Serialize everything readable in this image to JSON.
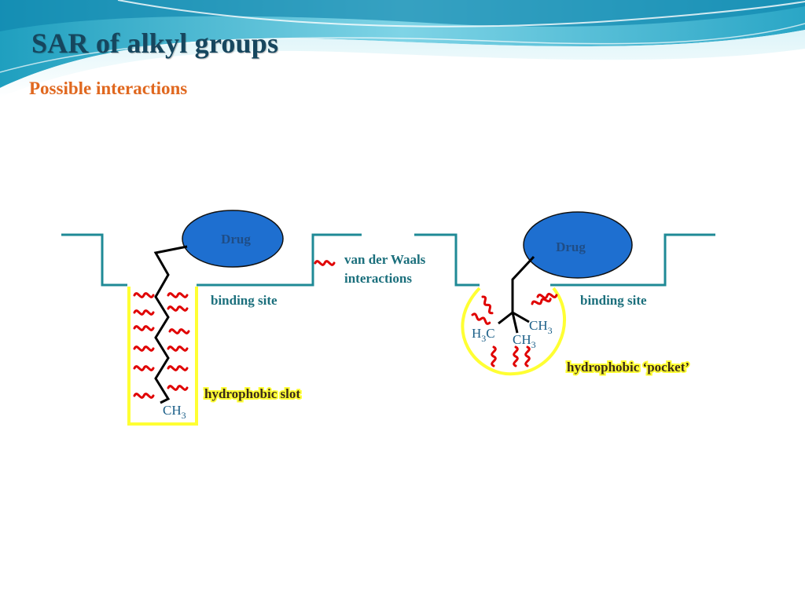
{
  "slide": {
    "title": "SAR of alkyl groups",
    "subtitle": "Possible interactions"
  },
  "diagram": {
    "left": {
      "drug_label": "Drug",
      "binding_site_label": "binding site",
      "slot_label": "hydrophobic slot",
      "methyl": {
        "base": "CH",
        "sub": "3"
      }
    },
    "legend": {
      "line1": "van der Waals",
      "line2": "interactions"
    },
    "right": {
      "drug_label": "Drug",
      "binding_site_label": "binding site",
      "pocket_label": "hydrophobic ‘pocket’",
      "methyl_top": {
        "base": "CH",
        "sub": "3"
      },
      "methyl_left": {
        "h": "H",
        "sub": "3",
        "c": "C"
      },
      "methyl_mid": {
        "base": "CH",
        "sub": "3"
      }
    }
  },
  "colors": {
    "title": "#16465e",
    "subtitle": "#e0681f",
    "surface_line": "#1f8a96",
    "drug_fill": "#1e6fd0",
    "slot_outline": "#ffff33",
    "vdw_wave": "#e00000",
    "label_text": "#1b6f7c"
  },
  "icons": {
    "vdw": "red-squiggle-icon"
  }
}
